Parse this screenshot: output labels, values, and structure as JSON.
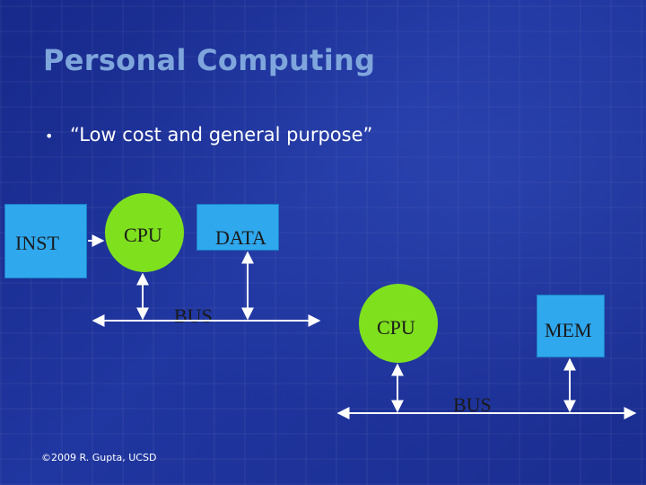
{
  "slide": {
    "title": "Personal Computing",
    "bullet": "“Low cost and general purpose”",
    "footer": "©2009 R. Gupta, UCSD"
  },
  "diagram_left": {
    "inst_label": "INST",
    "cpu_label": "CPU",
    "data_label": "DATA",
    "bus_label": "BUS"
  },
  "diagram_right": {
    "cpu_label": "CPU",
    "mem_label": "MEM",
    "bus_label": "BUS"
  },
  "colors": {
    "background": "#1b2f8f",
    "title": "#7fa6dc",
    "cpu_fill": "#7fe01e",
    "box_fill": "#2fa8ee",
    "wire": "#ffffff"
  }
}
